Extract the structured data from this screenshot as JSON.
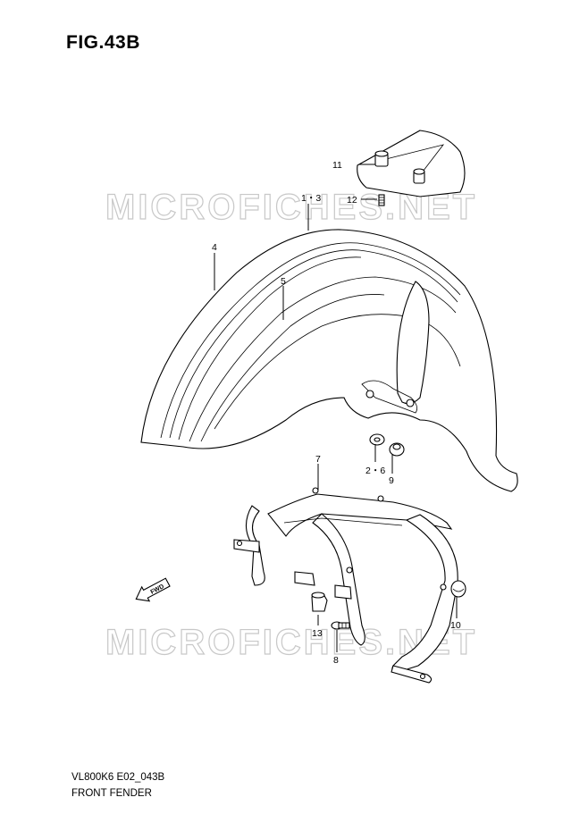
{
  "figure": {
    "title": "FIG.43B"
  },
  "watermark": "MICROFICHES.NET",
  "footer": {
    "code": "VL800K6 E02_043B",
    "name": "FRONT FENDER"
  },
  "fwd_label": "FWD",
  "callouts": {
    "c1_3": "1・3",
    "c2_6": "2・6",
    "c4": "4",
    "c5": "5",
    "c7": "7",
    "c8": "8",
    "c9": "9",
    "c10": "10",
    "c11": "11",
    "c12": "12",
    "c13": "13"
  }
}
